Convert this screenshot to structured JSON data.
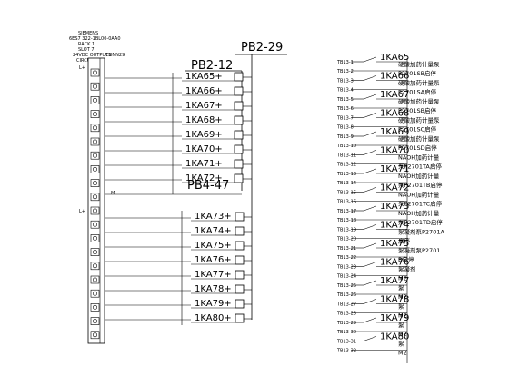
{
  "module": {
    "lines": [
      "SIEMENS",
      "6ES7 322-1BL00-0AA0",
      "RACK 1",
      "SLOT 7",
      "24VDC OUTPUTS",
      "CIRCUIT"
    ],
    "cable_label": "CONN29",
    "rail_top_label": "L+",
    "rail_mid_label": "L+",
    "m_label": "M"
  },
  "bus_labels": {
    "pb2_29": "PB2-29",
    "pb2_12": "PB2-12",
    "pb4_47": "PB4-47"
  },
  "terminals_group1": [
    "1KA65+",
    "1KA66+",
    "1KA67+",
    "1KA68+",
    "1KA69+",
    "1KA70+",
    "1KA71+",
    "1KA72+"
  ],
  "terminals_group2": [
    "1KA73+",
    "1KA74+",
    "1KA75+",
    "1KA76+",
    "1KA77+",
    "1KA78+",
    "1KA79+",
    "1KA80+"
  ],
  "relays": [
    {
      "tag": "1KA65",
      "t1": "TB13-1",
      "t2": "TB13-2",
      "l1": "硬酸加药计量泵",
      "l2": "P2701SB启停"
    },
    {
      "tag": "1KA66",
      "t1": "TB13-3",
      "t2": "TB13-4",
      "l1": "硬酸加药计量泵",
      "l2": "P2701SA启停"
    },
    {
      "tag": "1KA67",
      "t1": "TB13-5",
      "t2": "TB13-6",
      "l1": "硬酸加药计量泵",
      "l2": "P2701SB启停"
    },
    {
      "tag": "1KA68",
      "t1": "TB13-7",
      "t2": "TB13-8",
      "l1": "硬酸加药计量泵",
      "l2": "P2701SC启停"
    },
    {
      "tag": "1KA69",
      "t1": "TB13-9",
      "t2": "TB13-10",
      "l1": "硬酸加药计量泵",
      "l2": "P2701SD启停"
    },
    {
      "tag": "1KA70",
      "t1": "TB13-11",
      "t2": "TB13-12",
      "l1": "NAOH加药计量",
      "l2": "泵P2701TA启停"
    },
    {
      "tag": "1KA71",
      "t1": "TB13-13",
      "t2": "TB13-14",
      "l1": "NAOH加药计量",
      "l2": "泵P2701TB启停"
    },
    {
      "tag": "1KA72",
      "t1": "TB13-15",
      "t2": "TB13-16",
      "l1": "NAOH加药计量",
      "l2": "泵P2701TC启停"
    },
    {
      "tag": "1KA73",
      "t1": "TB13-17",
      "t2": "TB13-18",
      "l1": "NAOH加药计量",
      "l2": "泵P2701TD启停"
    },
    {
      "tag": "1KA74",
      "t1": "TB13-19",
      "t2": "TB13-20",
      "l1": "絮凝剂泵P2701A",
      "l2": "启停"
    },
    {
      "tag": "1KA75",
      "t1": "TB13-21",
      "t2": "TB13-22",
      "l1": "絮凝剂泵P2701",
      "l2": "B启停"
    },
    {
      "tag": "1KA76",
      "t1": "TB13-23",
      "t2": "TB13-24",
      "l1": "絮凝剂",
      "l2": "M2"
    },
    {
      "tag": "1KA77",
      "t1": "TB13-25",
      "t2": "TB13-26",
      "l1": "絮",
      "l2": "M2"
    },
    {
      "tag": "1KA78",
      "t1": "TB13-27",
      "t2": "TB13-28",
      "l1": "絮",
      "l2": "M2"
    },
    {
      "tag": "1KA79",
      "t1": "TB13-29",
      "t2": "TB13-30",
      "l1": "絮",
      "l2": "M2"
    },
    {
      "tag": "1KA80",
      "t1": "TB13-31",
      "t2": "TB13-32",
      "l1": "絮",
      "l2": "M2"
    }
  ]
}
